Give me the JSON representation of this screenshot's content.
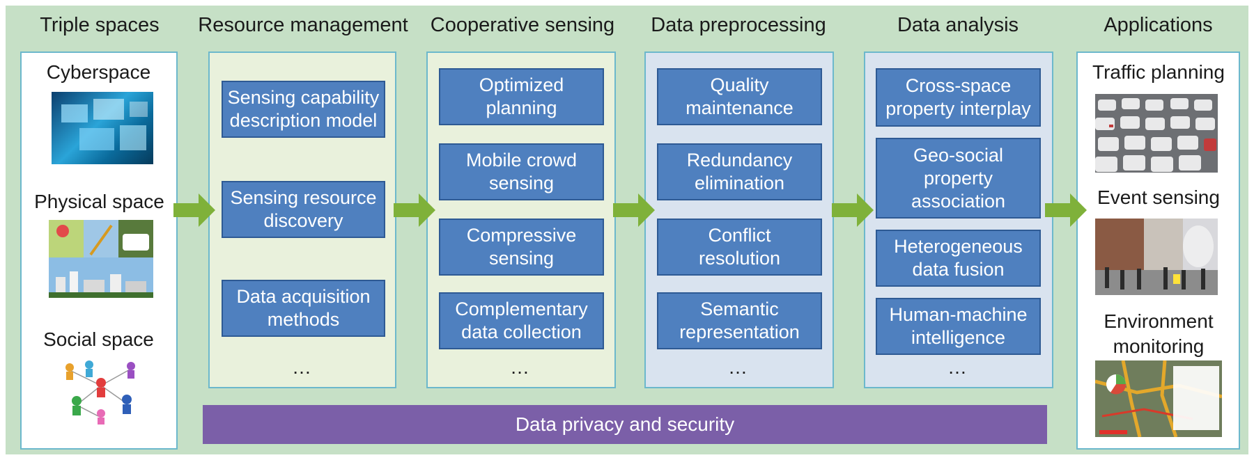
{
  "columns": {
    "triple": "Triple spaces",
    "resource": "Resource management",
    "sensing": "Cooperative sensing",
    "preprocessing": "Data preprocessing",
    "analysis": "Data analysis",
    "applications": "Applications"
  },
  "triple_spaces": [
    "Cyberspace",
    "Physical space",
    "Social space"
  ],
  "resource_items": [
    "Sensing capability\ndescription model",
    "Sensing resource\ndiscovery",
    "Data acquisition\nmethods"
  ],
  "sensing_items": [
    "Optimized\nplanning",
    "Mobile crowd\nsensing",
    "Compressive\nsensing",
    "Complementary\ndata collection"
  ],
  "preprocessing_items": [
    "Quality\nmaintenance",
    "Redundancy\nelimination",
    "Conflict\nresolution",
    "Semantic\nrepresentation"
  ],
  "analysis_items": [
    "Cross-space\nproperty interplay",
    "Geo-social\nproperty\nassociation",
    "Heterogeneous\ndata fusion",
    "Human-machine\nintelligence"
  ],
  "applications": [
    "Traffic planning",
    "Event sensing",
    "Environment\nmonitoring"
  ],
  "ellipsis": "…",
  "footer": "Data privacy and security",
  "colors": {
    "background": "#c6e0c6",
    "box": "#4f80bf",
    "arrow": "#7fb13a",
    "privacy": "#7b5fa8"
  }
}
